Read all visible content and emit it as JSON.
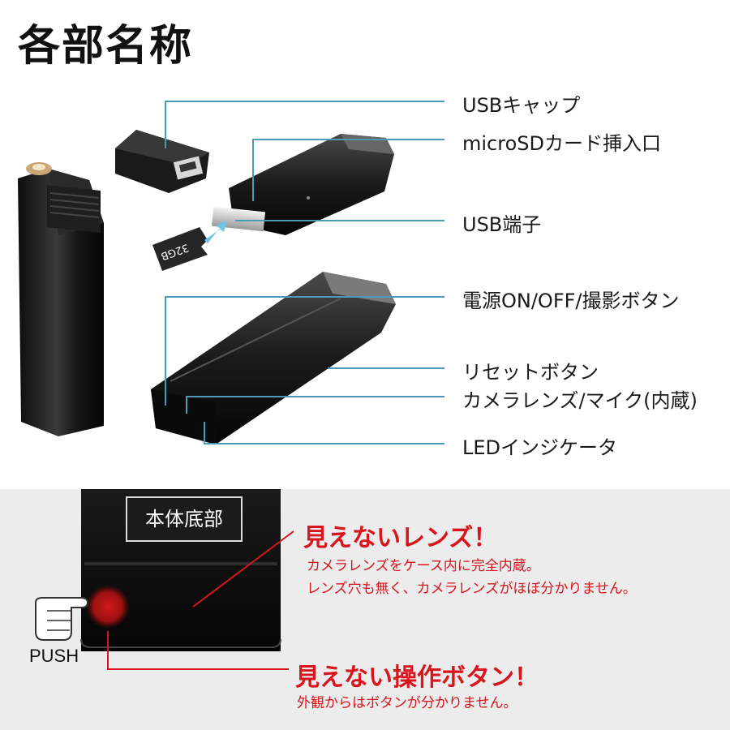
{
  "title": "各部名称",
  "parts": {
    "usb_cap": "USBキャップ",
    "microsd_slot": "microSDカード挿入口",
    "usb_terminal": "USB端子",
    "power_button": "電源ON/OFF/撮影ボタン",
    "reset_button": "リセットボタン",
    "camera_lens": "カメラレンズ/マイク(内蔵)",
    "led_indicator": "LEDインジケータ"
  },
  "sd_card_text": "32GB",
  "bottom": {
    "body_bottom_label": "本体底部",
    "lens_heading": "見えないレンズ！",
    "lens_line1": "カメラレンズをケース内に完全内蔵。",
    "lens_line2": "レンズ穴も無く、カメラレンズがほぼ分かりません。",
    "button_heading": "見えない操作ボタン！",
    "button_line1": "外観からはボタンが分かりません。",
    "push_label": "PUSH"
  },
  "colors": {
    "callout_line": "#4a9ab8",
    "accent_red": "#d8141c",
    "device_black": "#1c1c1c"
  }
}
